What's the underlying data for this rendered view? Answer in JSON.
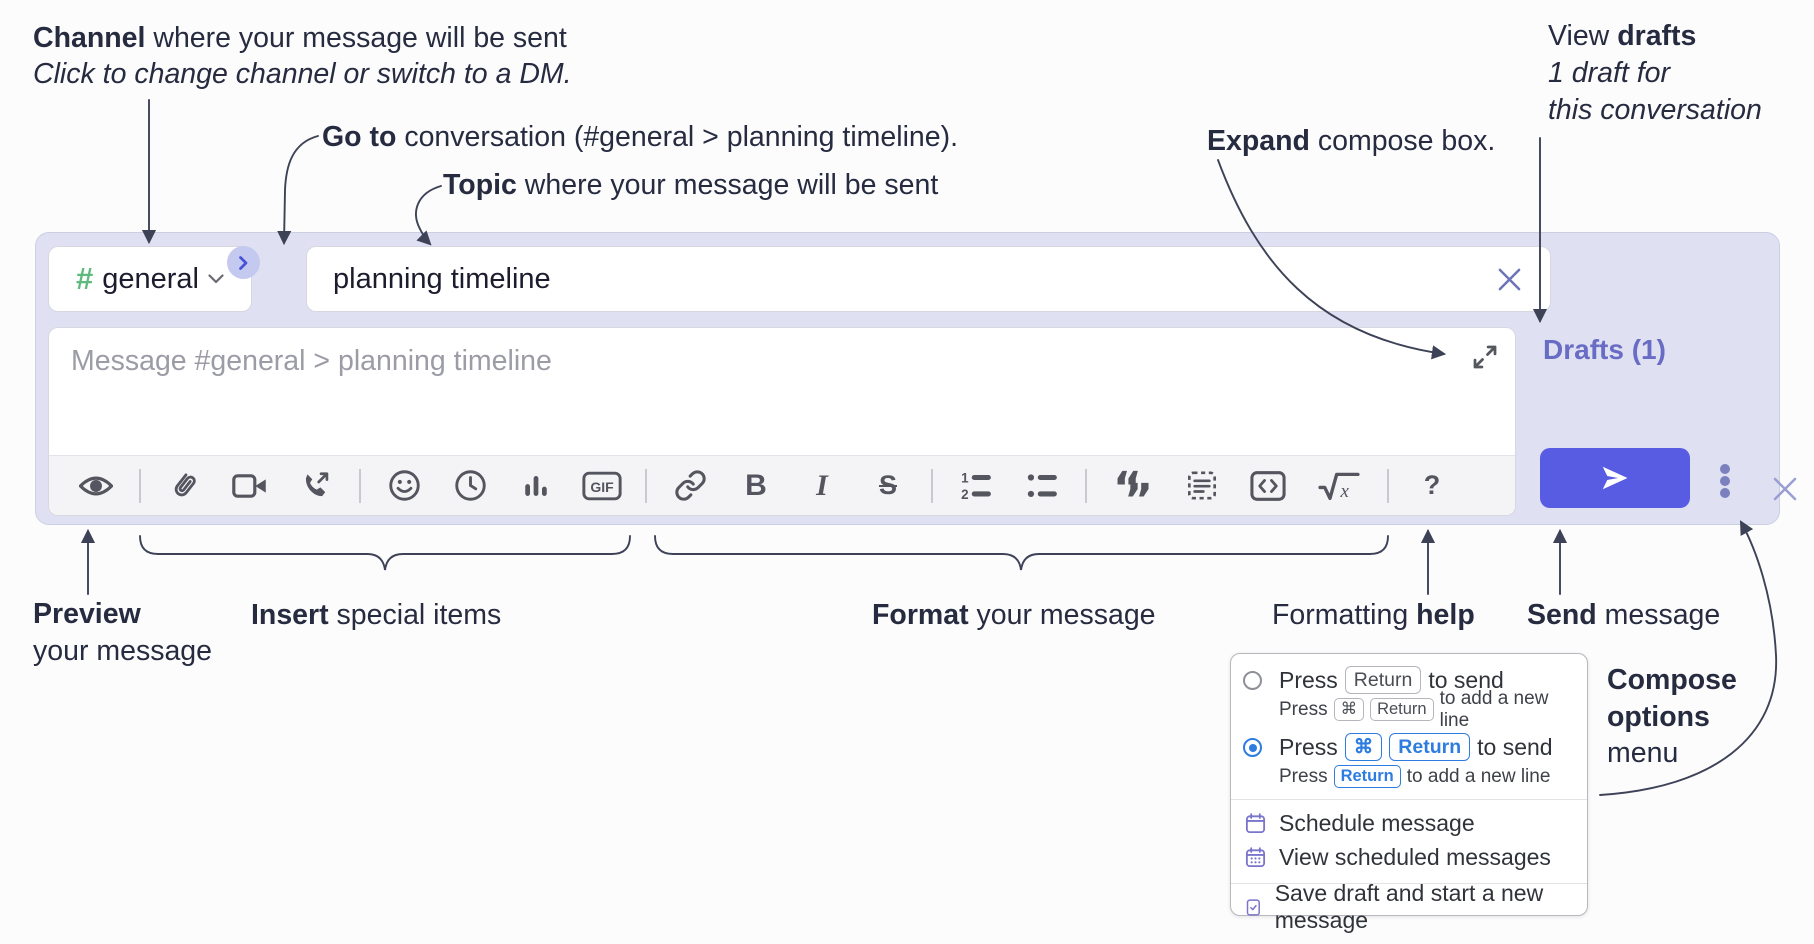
{
  "annotations": {
    "channel_bold": "Channel",
    "channel_rest": " where your message will be sent",
    "channel_sub": "Click to change channel or switch to a DM.",
    "goto_bold": "Go to",
    "goto_rest": " conversation (#general > planning timeline).",
    "topic_bold": "Topic",
    "topic_rest": " where your message will be sent",
    "expand_bold": "Expand",
    "expand_rest": " compose box.",
    "drafts_pre": "View ",
    "drafts_bold": "drafts",
    "drafts_sub1": "1 draft for",
    "drafts_sub2": "this conversation",
    "preview_bold": "Preview",
    "preview_line2": "your message",
    "insert_bold": "Insert",
    "insert_rest": " special items",
    "format_bold": "Format",
    "format_rest": " your message",
    "help_pre": "Formatting ",
    "help_bold": "help",
    "send_bold": "Send",
    "send_rest": " message",
    "compose_bold1": "Compose",
    "compose_bold2": "options",
    "compose_line3": "menu"
  },
  "composer": {
    "channel_hash": "#",
    "channel_name": "general",
    "topic_value": "planning timeline",
    "message_placeholder": "Message #general > planning timeline",
    "drafts_link": "Drafts (1)"
  },
  "toolbar": {
    "gif_label": "GIF",
    "bold_label": "B",
    "italic_label": "I",
    "strike_label": "S",
    "ol_num1": "1",
    "ol_num2": "2",
    "quote_open": "“",
    "quote_close": "”",
    "math_x": "x",
    "help_label": "?",
    "icon_names": [
      "preview-eye",
      "attach-paperclip",
      "video-clip",
      "audio-call",
      "emoji",
      "recent-clock",
      "poll-bar-chart",
      "gif",
      "link",
      "bold",
      "italic",
      "strikethrough",
      "ordered-list",
      "bulleted-list",
      "blockquote",
      "text-snippet",
      "code-block",
      "formula",
      "formatting-help",
      "send",
      "more-options"
    ]
  },
  "menu": {
    "opt1_line1_pre": "Press",
    "opt1_line1_key": "Return",
    "opt1_line1_post": "to send",
    "opt1_line2_pre": "Press",
    "opt1_line2_key1": "⌘",
    "opt1_line2_key2": "Return",
    "opt1_line2_post": "to add a new line",
    "opt2_line1_pre": "Press",
    "opt2_line1_key1": "⌘",
    "opt2_line1_key2": "Return",
    "opt2_line1_post": "to send",
    "opt2_line2_pre": "Press",
    "opt2_line2_key": "Return",
    "opt2_line2_post": "to add a new line",
    "item_schedule": "Schedule message",
    "item_view_scheduled": "View scheduled messages",
    "item_save_draft": "Save draft and start a new message"
  },
  "colors": {
    "composer_bg": "#dfe1f2",
    "send_button": "#585ce2",
    "hash_green": "#5fba7d",
    "go_circle_bg": "#c4c9ef",
    "go_chevron_blue": "#4753d6",
    "drafts_link_purple": "#696cc4",
    "menu_accent_blue": "#2e7ce0",
    "menu_icon_purple": "#7a74ca",
    "annotation_ink": "#262b40"
  }
}
